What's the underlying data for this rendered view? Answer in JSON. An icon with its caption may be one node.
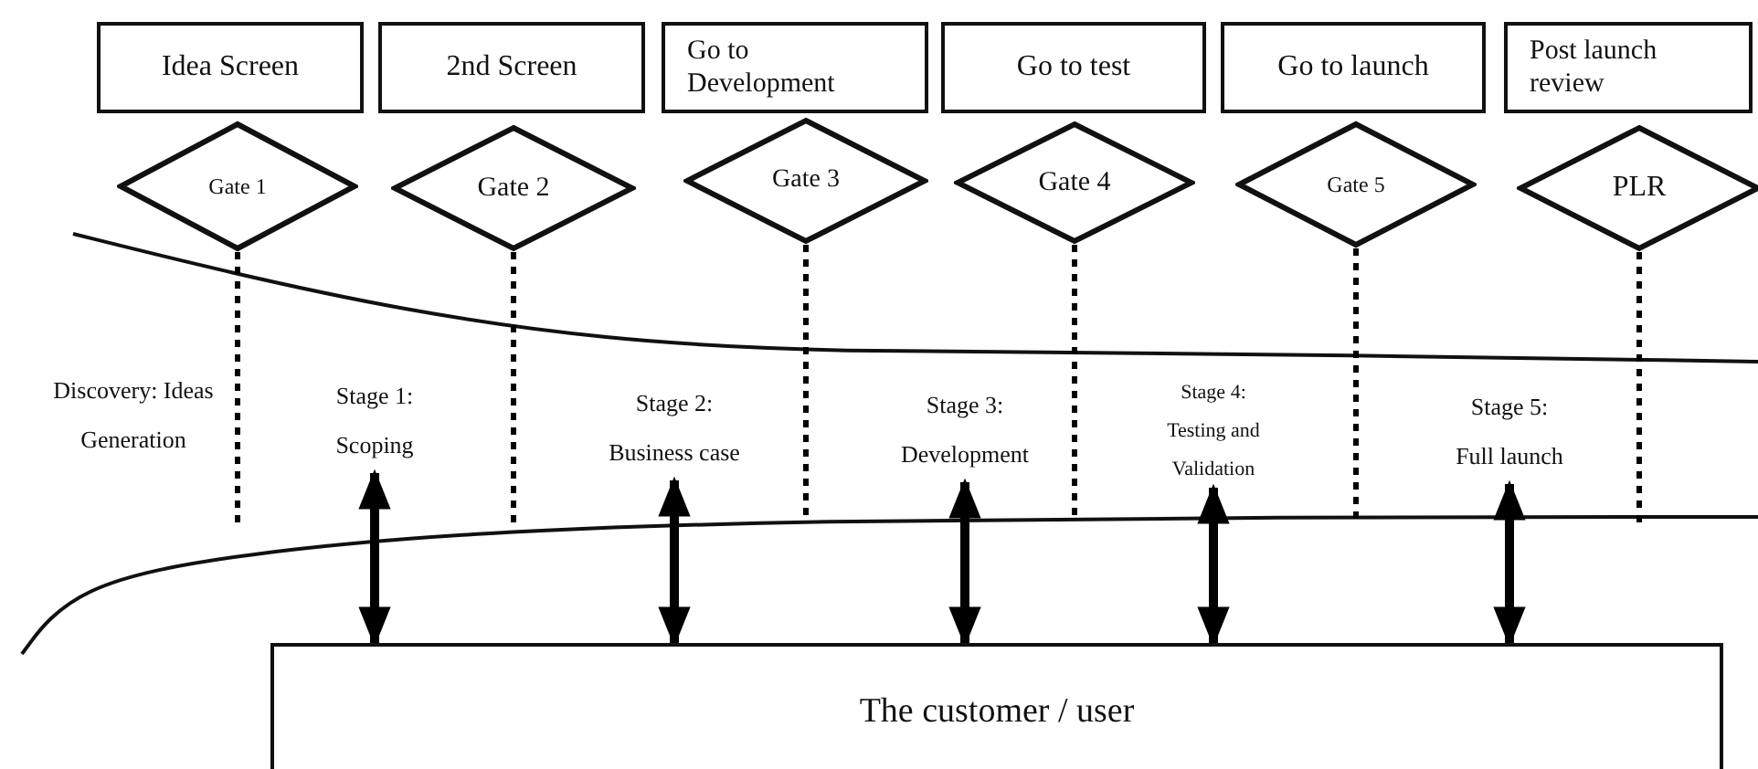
{
  "diagram": {
    "nodes": [
      {
        "text": [
          "Idea Screen"
        ]
      },
      {
        "text": [
          "2nd Screen"
        ]
      },
      {
        "text": [
          "Go to Development"
        ]
      },
      {
        "text": [
          "Go to test"
        ]
      },
      {
        "text": [
          "Go to launch"
        ]
      },
      {
        "text": [
          "Post launch review"
        ]
      },
      {
        "text": [
          "Gate 1"
        ]
      },
      {
        "text": [
          "Gate 2"
        ]
      },
      {
        "text": [
          "Gate 3"
        ]
      },
      {
        "text": [
          "Gate 4"
        ]
      },
      {
        "text": [
          "Gate 5"
        ]
      },
      {
        "text": [
          "PLR"
        ]
      },
      {
        "text": [
          "Stage 1:",
          "Scoping"
        ]
      },
      {
        "text": [
          "Stage 2:",
          "Business case"
        ]
      },
      {
        "text": [
          "Stage 3:",
          "Development"
        ]
      },
      {
        "text": [
          "Stage 4:",
          "Testing and Validation"
        ]
      },
      {
        "text": [
          "Stage 5:",
          "Full launch"
        ]
      },
      {
        "text": [
          "The customer / user"
        ]
      }
    ],
    "edges": [
      {
        "from": 6,
        "to": null,
        "arrow": "none",
        "style": "dashed"
      },
      {
        "from": 7,
        "to": null,
        "arrow": "none",
        "style": "dashed"
      },
      {
        "from": 8,
        "to": null,
        "arrow": "none",
        "style": "dashed"
      },
      {
        "from": 9,
        "to": null,
        "arrow": "none",
        "style": "dashed"
      },
      {
        "from": 10,
        "to": null,
        "arrow": "none",
        "style": "dashed"
      },
      {
        "from": 11,
        "to": null,
        "arrow": "none",
        "style": "dashed"
      },
      {
        "from": 12,
        "to": 17,
        "arrow": "both"
      },
      {
        "from": 13,
        "to": 17,
        "arrow": "both"
      },
      {
        "from": 14,
        "to": 17,
        "arrow": "both"
      },
      {
        "from": 15,
        "to": 17,
        "arrow": "both"
      },
      {
        "from": 16,
        "to": 17,
        "arrow": "both"
      }
    ],
    "labels": [
      "Discovery: Ideas Generation"
    ]
  }
}
